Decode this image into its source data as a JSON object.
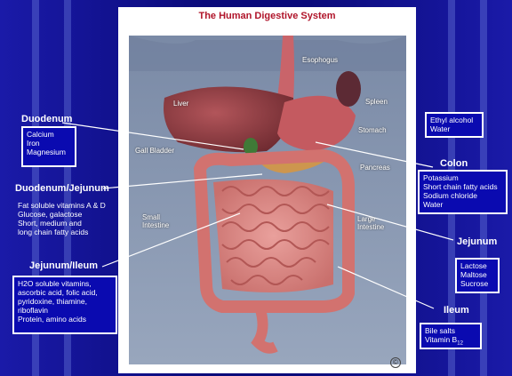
{
  "title": "The Human Digestive System",
  "organ_labels": {
    "esophogus": "Esophogus",
    "liver": "Liver",
    "spleen": "Spleen",
    "stomach": "Stomach",
    "gall_bladder": "Gall Bladder",
    "pancreas": "Pancreas",
    "small_intestine": [
      "Small",
      "Intestine"
    ],
    "large_intestine": [
      "Large",
      "Intestine"
    ]
  },
  "sections": {
    "duodenum": {
      "label": "Duodenum",
      "items": [
        "Calcium",
        "Iron",
        "Magnesium"
      ]
    },
    "duodenum_jejunum": {
      "label": "Duodenum/Jejunum",
      "items": [
        "Fat soluble vitamins A & D",
        "Glucose, galactose",
        "Short, medium and",
        "long chain fatty acids"
      ]
    },
    "jejunum_ileum": {
      "label": "Jejunum/Ileum",
      "items": [
        "H2O soluble vitamins,",
        "ascorbic acid, folic acid,",
        "pyridoxine, thiamine,",
        "riboflavin",
        "Protein, amino acids"
      ]
    },
    "stomach_box": {
      "items": [
        "Ethyl alcohol",
        "Water"
      ]
    },
    "colon": {
      "label": "Colon",
      "items": [
        "Potassium",
        "Short chain fatty acids",
        "Sodium chloride",
        "Water"
      ]
    },
    "jejunum": {
      "label": "Jejunum",
      "items": [
        "Lactose",
        "Maltose",
        "Sucrose"
      ]
    },
    "ileum": {
      "label": "Ileum",
      "items": [
        "Bile salts",
        "Vitamin B"
      ],
      "subscript": "12"
    }
  },
  "copyright_symbol": "©",
  "colors": {
    "background": "#0b0b7a",
    "title": "#b0142a",
    "box_border": "#ffffff"
  }
}
